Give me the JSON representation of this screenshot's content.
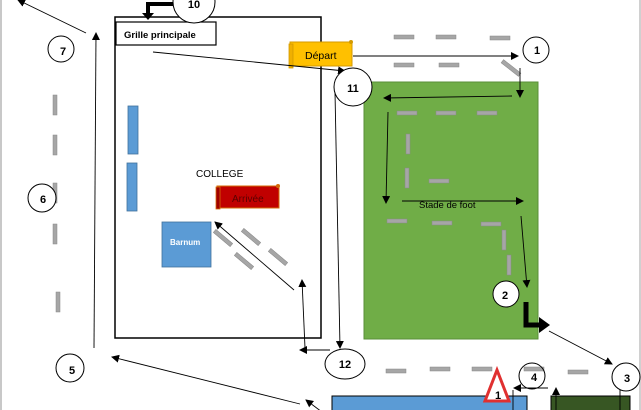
{
  "title": "Plan du parcours",
  "labels": {
    "main_gate": "Grille principale",
    "school": "COLLEGE",
    "start": "Départ",
    "finish": "Arrivée",
    "tent": "Barnum",
    "stadium": "Stade de foot"
  },
  "checkpoints": [
    "1",
    "2",
    "3",
    "4",
    "5",
    "6",
    "7",
    "10",
    "11",
    "12"
  ],
  "warning_sign_text": "1",
  "colors": {
    "stadium_green": "#70ad47",
    "dark_green": "#375623",
    "building_blue": "#5b9bd5",
    "start_yellow": "#ffc000",
    "finish_red": "#c00000",
    "warning_red": "#e03030",
    "dash_gray": "#a6a6a6"
  }
}
